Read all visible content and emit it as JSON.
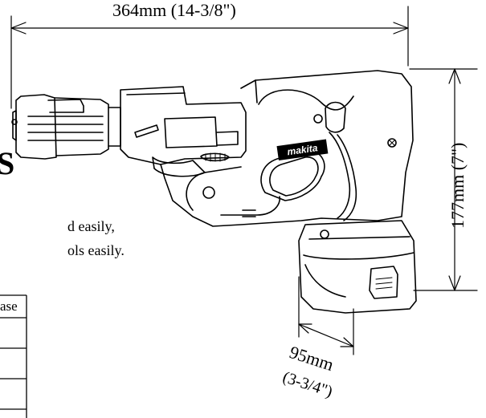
{
  "dimensions": {
    "length": "364mm (14-3/8\")",
    "height": "177mm (7\")",
    "width_mm": "95mm",
    "width_in": "(3-3/4\")"
  },
  "brand": {
    "logo_text": "makita"
  },
  "background_text": {
    "heading_fragment": "S",
    "line_1": "d easily,",
    "line_2": "ols easily.",
    "table_header_fragment": "ase"
  },
  "colors": {
    "line": "#000000",
    "background": "#ffffff",
    "badge": "#000000"
  }
}
